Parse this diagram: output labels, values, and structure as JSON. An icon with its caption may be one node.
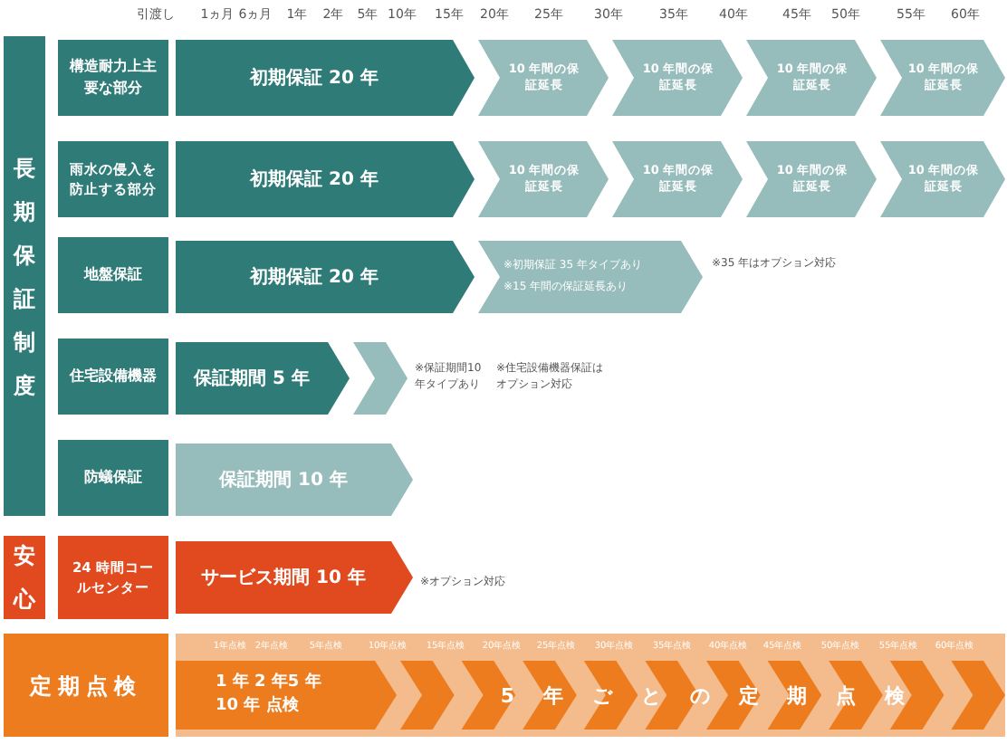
{
  "diagram": {
    "nodes": [
      {
        "text": [
          "長期保証制度"
        ]
      },
      {
        "text": [
          "構造耐力上主要な部分"
        ]
      },
      {
        "text": [
          "初期保証 20 年"
        ]
      },
      {
        "text": [
          "10 年間の保証延長"
        ]
      },
      {
        "text": [
          "10 年間の保証延長"
        ]
      },
      {
        "text": [
          "10 年間の保証延長"
        ]
      },
      {
        "text": [
          "10 年間の保証延長"
        ]
      },
      {
        "text": [
          "雨水の侵入を防止する部分"
        ]
      },
      {
        "text": [
          "初期保証 20 年"
        ]
      },
      {
        "text": [
          "10 年間の保証延長"
        ]
      },
      {
        "text": [
          "10 年間の保証延長"
        ]
      },
      {
        "text": [
          "10 年間の保証延長"
        ]
      },
      {
        "text": [
          "10 年間の保証延長"
        ]
      },
      {
        "text": [
          "地盤保証"
        ]
      },
      {
        "text": [
          "初期保証 20 年"
        ]
      },
      {
        "text": [
          "※初期保証 35 年タイプあり",
          "※15 年間の保証延長あり"
        ],
        "beside": [
          "※35 年はオプション対応"
        ]
      },
      {
        "text": [
          "住宅設備機器"
        ]
      },
      {
        "text": [
          "保証期間 5 年"
        ]
      },
      {
        "text": [],
        "shape": "chevron",
        "beside": [
          "※保証期間10年タイプあり"
        ]
      },
      {
        "text": [
          "防蟻保証"
        ]
      },
      {
        "text": [
          "保証期間 10 年"
        ]
      },
      {
        "text": [
          "安心"
        ]
      },
      {
        "text": [
          "24 時間コールセンター"
        ]
      },
      {
        "text": [
          "サービス期間 10 年"
        ],
        "beside": [
          "※オプション対応"
        ]
      },
      {
        "text": [
          "定期点検"
        ]
      },
      {
        "text": [
          "1 年 2 年5 年 10 年 点検"
        ]
      },
      {
        "text": [
          "5年ごとの定期点検"
        ]
      }
    ],
    "labels": [
      "引渡し",
      "1ヵ月",
      "6ヵ月",
      "1年",
      "2年",
      "5年",
      "10年",
      "15年",
      "20年",
      "25年",
      "30年",
      "35年",
      "40年",
      "45年",
      "50年",
      "55年",
      "60年",
      "※住宅設備機器保証はオプション対応",
      "1年点検",
      "2年点検",
      "5年点検",
      "10年点検",
      "15年点検",
      "20年点検",
      "25年点検",
      "30年点検",
      "35年点検",
      "40年点検",
      "45年点検",
      "50年点検",
      "55年点検",
      "60年点検"
    ]
  }
}
